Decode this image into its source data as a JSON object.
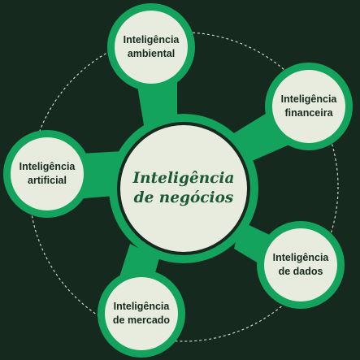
{
  "colors": {
    "background": "#16291e",
    "accent": "#13a35d",
    "node_fill": "#e8ecdf",
    "center_text": "#1c5a35",
    "node_text": "#16291e",
    "orbit": "#c9d4c6"
  },
  "center": {
    "title": "Inteligência\nde negócios"
  },
  "nodes": [
    {
      "id": "ambiental",
      "label": "Inteligência\nambiental"
    },
    {
      "id": "financeira",
      "label": "Inteligência\nfinanceira"
    },
    {
      "id": "dados",
      "label": "Inteligência\nde dados"
    },
    {
      "id": "mercado",
      "label": "Inteligência\nde mercado"
    },
    {
      "id": "artificial",
      "label": "Inteligência\nartificial"
    }
  ]
}
